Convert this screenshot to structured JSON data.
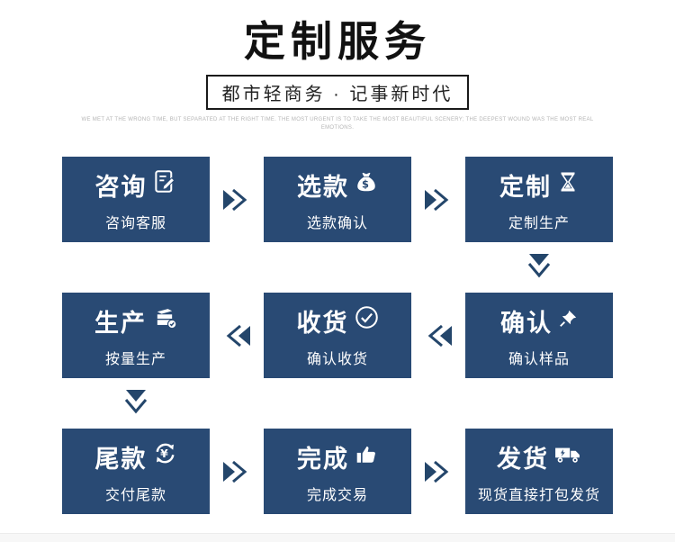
{
  "page": {
    "title": "定制服务",
    "subtitle": "都市轻商务 · 记事新时代",
    "tagline": "WE MET AT THE WRONG TIME, BUT SEPARATED AT THE RIGHT TIME. THE MOST URGENT IS TO TAKE THE MOST BEAUTIFUL SCENERY; THE DEEPEST WOUND WAS THE MOST REAL EMOTIONS."
  },
  "colors": {
    "box_navy": "#294a74",
    "arrow_navy": "#24466b",
    "title_black": "#111111",
    "tagline_gray": "#b5b5b5"
  },
  "steps": [
    {
      "title": "咨询",
      "subtitle": "咨询客服",
      "icon": "edit-note-icon"
    },
    {
      "title": "选款",
      "subtitle": "选款确认",
      "icon": "money-bag-icon"
    },
    {
      "title": "定制",
      "subtitle": "定制生产",
      "icon": "hourglass-icon"
    },
    {
      "title": "生产",
      "subtitle": "按量生产",
      "icon": "package-check-icon"
    },
    {
      "title": "收货",
      "subtitle": "确认收货",
      "icon": "check-circle-icon"
    },
    {
      "title": "确认",
      "subtitle": "确认样品",
      "icon": "pushpin-icon"
    },
    {
      "title": "尾款",
      "subtitle": "交付尾款",
      "icon": "yen-cycle-icon"
    },
    {
      "title": "完成",
      "subtitle": "完成交易",
      "icon": "thumbs-up-icon"
    },
    {
      "title": "发货",
      "subtitle": "现货直接打包发货",
      "icon": "truck-icon"
    }
  ]
}
